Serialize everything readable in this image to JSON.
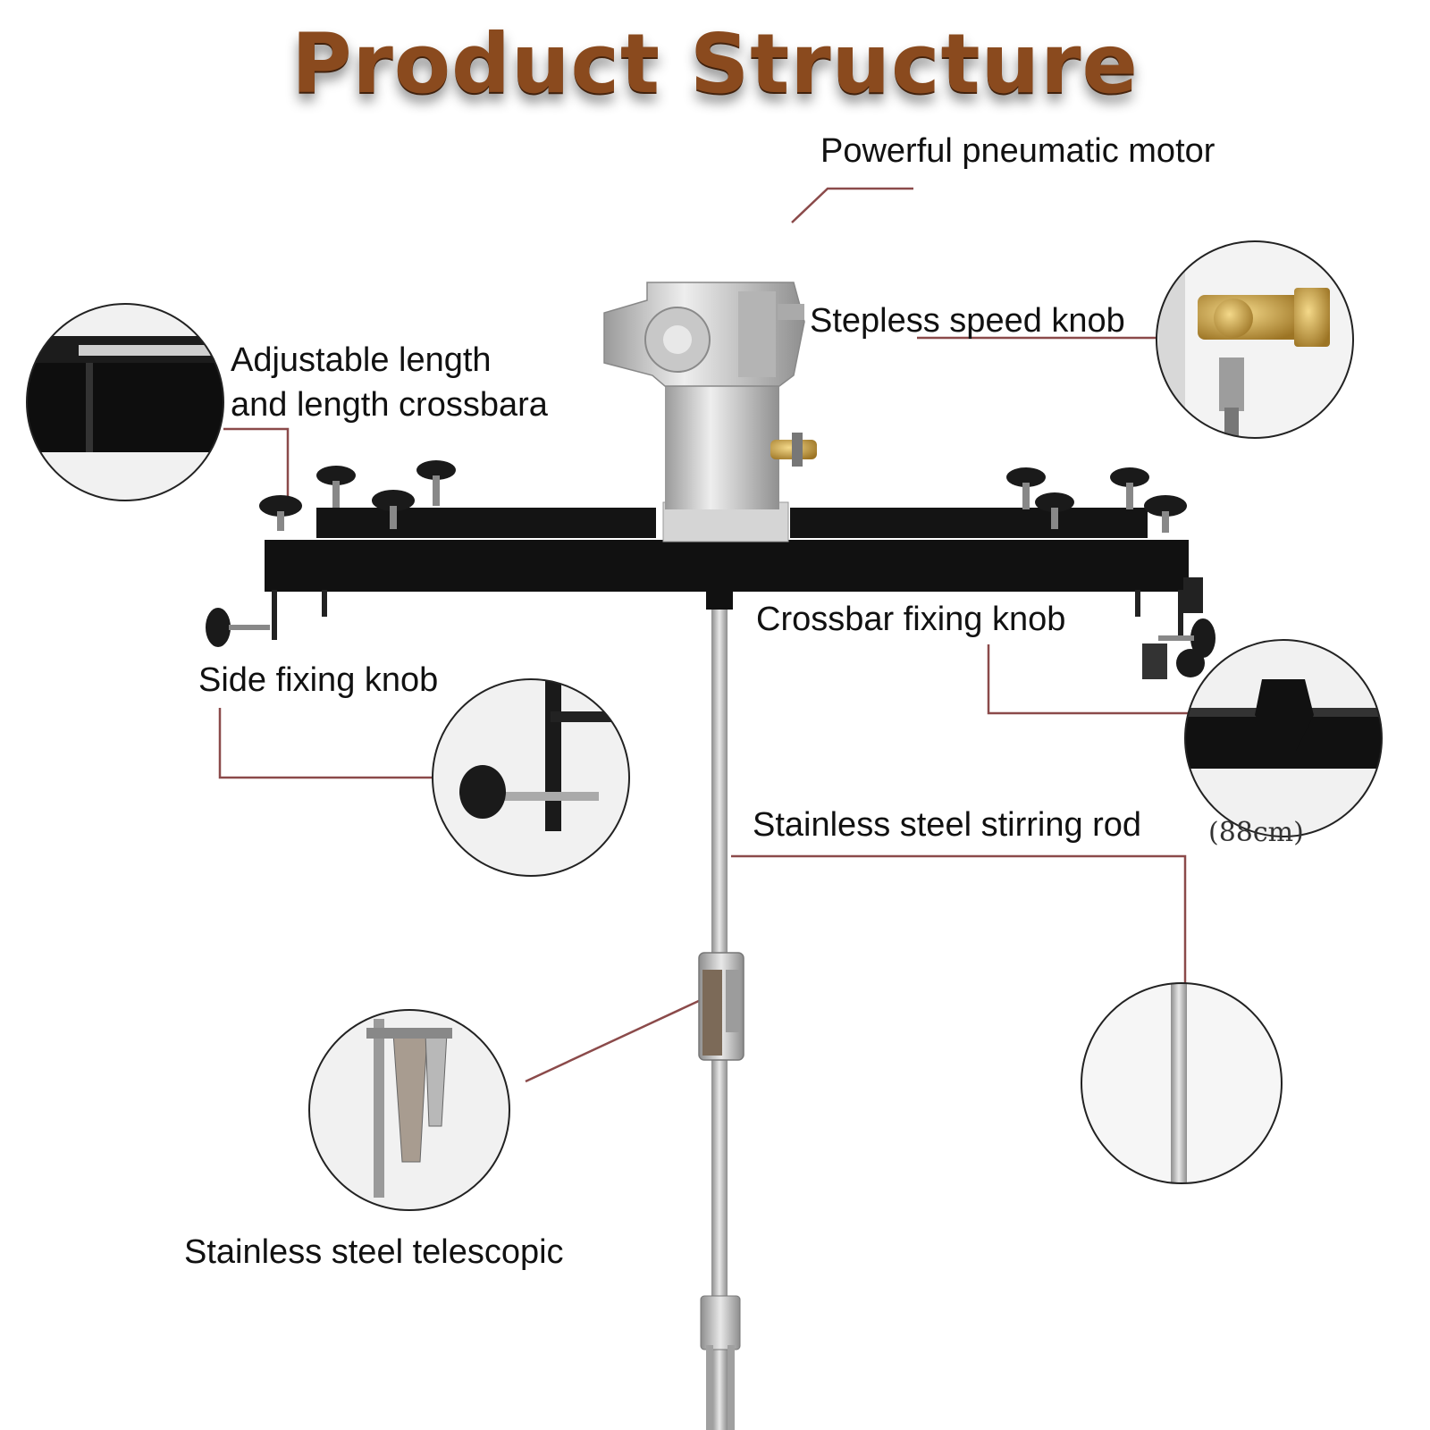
{
  "title": "Product Structure",
  "labels": {
    "motor": "Powerful pneumatic motor",
    "speed_knob": "Stepless speed knob",
    "crossbar_adjust_line1": "Adjustable length",
    "crossbar_adjust_line2": "and length crossbara",
    "crossbar_knob": "Crossbar fixing knob",
    "side_knob": "Side fixing knob",
    "stirring_rod": "Stainless steel stirring rod",
    "telescopic": "Stainless steel telescopic",
    "dimension": "(88cm)"
  },
  "colors": {
    "title": "#8a4a1e",
    "leader_line": "#8b4a4a",
    "crossbar": "#111111",
    "steel": "#bfbfbf"
  }
}
